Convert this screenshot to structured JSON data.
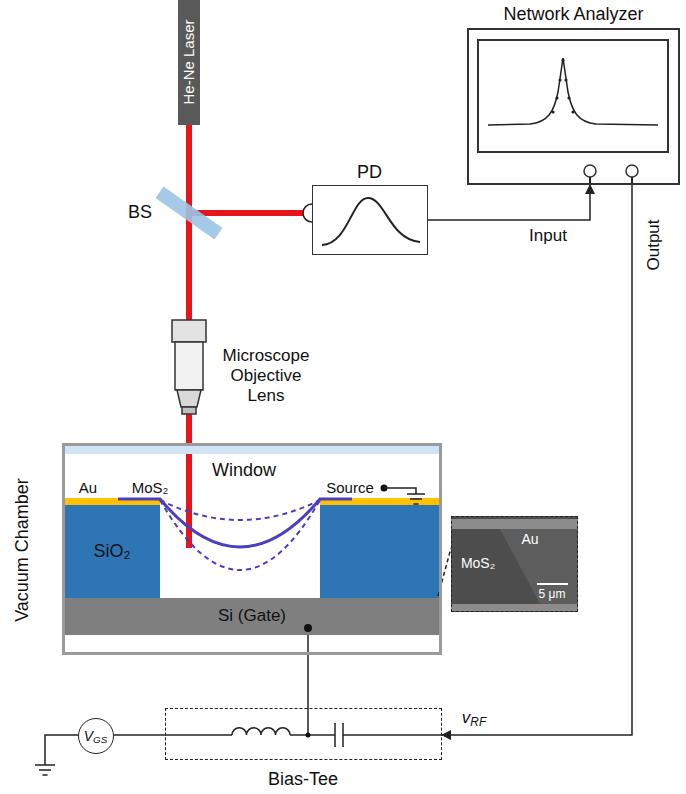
{
  "diagram": {
    "nodes": [
      {
        "text": [
          "He-Ne Laser"
        ]
      },
      {
        "text": [
          "PD"
        ]
      },
      {
        "text": [
          "Network Analyzer"
        ]
      },
      {
        "text": [
          "Microscope Objective Lens"
        ]
      },
      {
        "text": [
          "Vacuum Chamber"
        ]
      },
      {
        "text": [
          "SiO₂"
        ],
        "in": 4
      },
      {
        "text": [
          "Si (Gate)"
        ],
        "in": 4
      },
      {
        "text": [
          "Au",
          "MoS₂",
          "5 μm"
        ]
      },
      {
        "text": [
          "VGS"
        ]
      },
      {
        "text": [
          "Bias-Tee"
        ]
      }
    ],
    "edges": [
      {
        "from": 1,
        "to": 2,
        "arrow": "to"
      },
      {
        "from": 2,
        "to": 9,
        "arrow": "to"
      },
      {
        "from": 9,
        "to": 6,
        "arrow": "none"
      },
      {
        "from": 8,
        "to": 9,
        "arrow": "none"
      }
    ],
    "labels": [
      "BS",
      "Input",
      "Output",
      "Window",
      "Au",
      "MoS₂",
      "Source",
      "vRF"
    ]
  }
}
